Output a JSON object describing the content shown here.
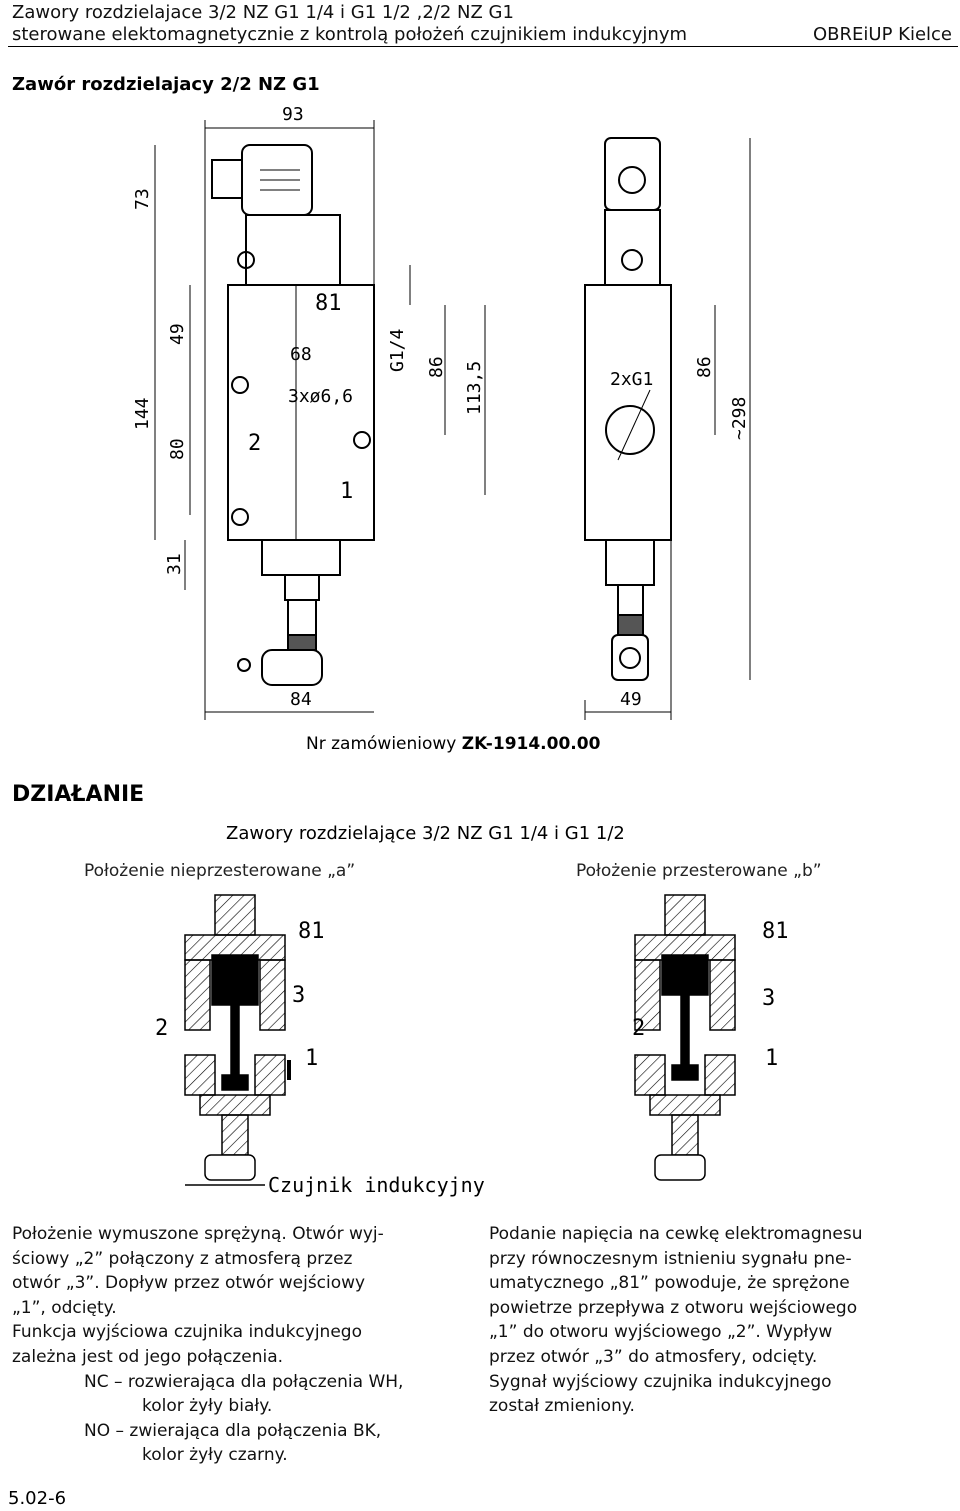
{
  "header": {
    "line1": "Zawory rozdzielajace 3/2 NZ G1 1/4 i G1 1/2 ,2/2 NZ G1",
    "line2": "sterowane elektomagnetycznie z kontrolą położeń czujnikiem indukcyjnym",
    "org": "OBREiUP Kielce"
  },
  "drawing_title": "Zawór rozdzielajacy 2/2 NZ G1",
  "dimensions": {
    "top_width": "93",
    "coil_height": "73",
    "d81": "81",
    "d49": "49",
    "d68": "68",
    "holes": "3xø6,6",
    "port_g": "G1/4",
    "d86": "86",
    "d1135": "113,5",
    "d144": "144",
    "d80": "80",
    "port2": "2",
    "port1": "1",
    "d31": "31",
    "bottom_left": "84",
    "side_port": "2xG1",
    "side_86": "86",
    "side_total": "~298",
    "bottom_right": "49"
  },
  "order": {
    "label": "Nr zamówieniowy",
    "code": "ZK-1914.00.00"
  },
  "section_title": "DZIAŁANIE",
  "subtitle": "Zawory rozdzielające 3/2 NZ G1 1/4 i G1 1/2",
  "position_a": "Położenie nieprzesterowane „a”",
  "position_b": "Położenie przesterowane „b”",
  "section_labels": {
    "a_81": "81",
    "a_3": "3",
    "a_2": "2",
    "a_1": "1",
    "b_81": "81",
    "b_3": "3",
    "b_2": "2",
    "b_1": "1",
    "sensor": "Czujnik  indukcyjny"
  },
  "left_text": {
    "l1": "Położenie wymuszone sprężyną. Otwór wyj-",
    "l2": "ściowy „2” połączony z atmosferą przez",
    "l3": "otwór „3”. Dopływ przez otwór wejściowy",
    "l4": "„1”, odcięty.",
    "l5": "Funkcja wyjściowa czujnika indukcyjnego",
    "l6": "zależna jest od jego połączenia.",
    "l7": "NC – rozwierająca dla połączenia WH,",
    "l8": "kolor żyły biały.",
    "l9": "NO – zwierająca dla połączenia BK,",
    "l10": "kolor żyły czarny."
  },
  "right_text": {
    "l1": "Podanie napięcia na cewkę elektromagnesu",
    "l2": "przy równoczesnym istnieniu sygnału pne-",
    "l3": "umatycznego „81” powoduje, że sprężone",
    "l4": "powietrze przepływa z otworu wejściowego",
    "l5": "„1” do otworu wyjściowego „2”. Wypływ",
    "l6": "przez otwór „3” do atmosfery, odcięty.",
    "l7": "Sygnał wyjściowy czujnika indukcyjnego",
    "l8": "został zmieniony."
  },
  "page_number": "5.02-6"
}
